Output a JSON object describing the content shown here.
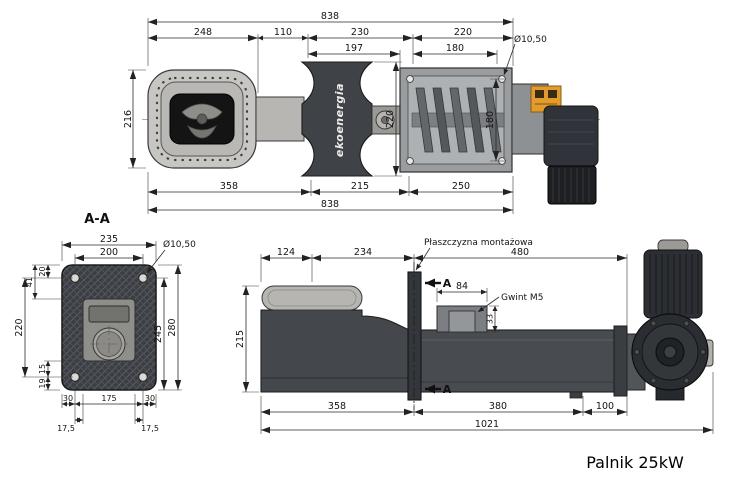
{
  "page": {
    "title": "Palnik 25kW"
  },
  "top_view": {
    "logo": "ekoenergia",
    "dims": {
      "total_top": "838",
      "seg_248": "248",
      "seg_110": "110",
      "seg_230": "230",
      "seg_220": "220",
      "seg_197": "197",
      "seg_180_top": "180",
      "hole_dia": "Ø10,50",
      "height_216": "216",
      "height_220": "220",
      "height_180": "180",
      "seg_358": "358",
      "seg_215": "215",
      "seg_250": "250",
      "total_bottom": "838"
    }
  },
  "section_view": {
    "label": "A-A",
    "dims": {
      "width_235": "235",
      "width_200": "200",
      "hole_dia": "Ø10,50",
      "off_20": "20",
      "off_41": "41",
      "height_220": "220",
      "height_245": "245",
      "height_280": "280",
      "off_15": "15",
      "off_19": "19",
      "off_30_left": "30",
      "width_175": "175",
      "off_30_right": "30",
      "off_17_5_left": "17,5",
      "off_17_5_right": "17,5"
    }
  },
  "side_view": {
    "annotations": {
      "mounting_plane": "Płaszczyzna montażowa",
      "thread": "Gwint M5",
      "section_mark": "A"
    },
    "dims": {
      "seg_124": "124",
      "seg_234": "234",
      "seg_480": "480",
      "seg_84": "84",
      "height_33": "33",
      "height_215": "215",
      "seg_358": "358",
      "seg_380": "380",
      "seg_100": "100",
      "total_1021": "1021"
    }
  }
}
